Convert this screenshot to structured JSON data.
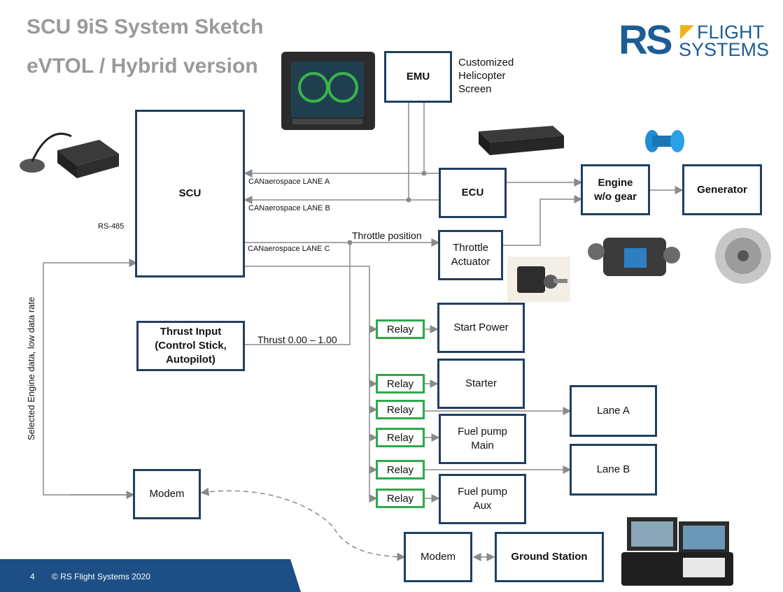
{
  "title_line1": "SCU 9iS System Sketch",
  "title_line2": "eVTOL / Hybrid version",
  "logo": {
    "mark": "RS",
    "line1": "FLIGHT",
    "line2": "SYSTEMS",
    "accent": "#f2b21c",
    "brand": "#1c5d95"
  },
  "blocks": {
    "scu": "SCU",
    "emu": "EMU",
    "ecu": "ECU",
    "engine": "Engine w/o gear",
    "generator": "Generator",
    "throttle_actuator": "Throttle Actuator",
    "thrust_input": "Thrust Input (Control Stick, Autopilot)",
    "start_power": "Start Power",
    "starter": "Starter",
    "fuel_pump_main": "Fuel pump Main",
    "fuel_pump_aux": "Fuel pump Aux",
    "lane_a": "Lane A",
    "lane_b": "Lane B",
    "modem_left": "Modem",
    "modem_right": "Modem",
    "ground_station": "Ground Station"
  },
  "relays": [
    "Relay",
    "Relay",
    "Relay",
    "Relay",
    "Relay",
    "Relay"
  ],
  "labels": {
    "screen_caption": "Customized Helicopter Screen",
    "can_lane_a": "CANaerospace LANE A",
    "can_lane_b": "CANaerospace LANE B",
    "can_lane_c": "CANaerospace LANE C",
    "rs485": "RS-485",
    "throttle_position": "Throttle position",
    "thrust_range": "Thrust 0.00 – 1.00",
    "engine_data": "Selected Engine data, low data rate"
  },
  "footer": {
    "page": "4",
    "copyright": "© RS Flight Systems 2020"
  },
  "colors": {
    "box_border": "#1f3f61",
    "relay_border": "#2eaa4a",
    "line": "#8a8a8a",
    "footer_bg": "#1d4f86"
  }
}
